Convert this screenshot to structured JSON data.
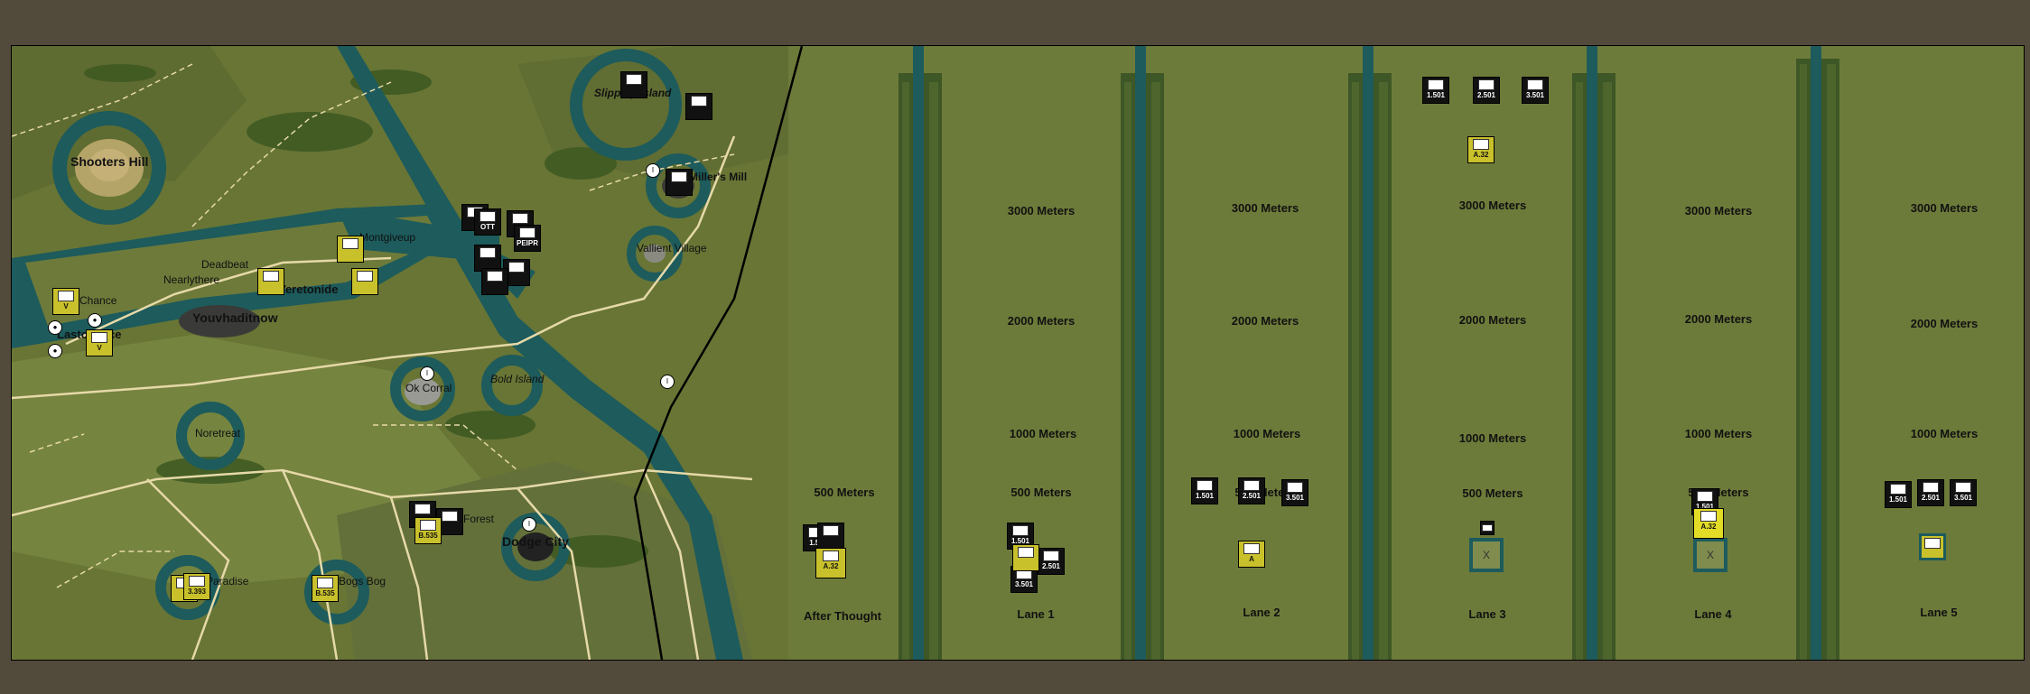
{
  "map": {
    "places": {
      "shooters_hill": "Shooters Hill",
      "slippery_island": "Slippery Island",
      "millers_mill": "Miller's Mill",
      "vallient_village": "Vallient Village",
      "montgiveup": "Montgiveup",
      "deadbeat": "Deadbeat",
      "nearlythere": "Nearlythere",
      "chance": "Chance",
      "veretonide": "Veretonide",
      "youvhaditnow": "Youvhaditnow",
      "lastchance": "Lastchance",
      "ok_corral": "Ok Corral",
      "bold_island": "Bold Island",
      "noretreat": "Noretreat",
      "forest": "Forest",
      "dodge_city": "Dodge City",
      "paradise": "Paradise",
      "bogs_bog": "Bogs Bog"
    }
  },
  "lanes": {
    "after_thought": {
      "name": "After Thought",
      "d500": "500 Meters"
    },
    "lane1": {
      "name": "Lane 1",
      "d500": "500 Meters",
      "d1000": "1000 Meters",
      "d2000": "2000 Meters",
      "d3000": "3000 Meters"
    },
    "lane2": {
      "name": "Lane 2",
      "d500": "500 Meters",
      "d1000": "1000 Meters",
      "d2000": "2000 Meters",
      "d3000": "3000 Meters"
    },
    "lane3": {
      "name": "Lane 3",
      "d500": "500 Meters",
      "d1000": "1000 Meters",
      "d2000": "2000 Meters",
      "d3000": "3000 Meters"
    },
    "lane4": {
      "name": "Lane 4",
      "d500": "500 Meters",
      "d1000": "1000 Meters",
      "d2000": "2000 Meters",
      "d3000": "3000 Meters"
    },
    "lane5": {
      "name": "Lane 5",
      "d1000": "1000 Meters",
      "d2000": "2000 Meters",
      "d3000": "3000 Meters"
    }
  },
  "counters": {
    "c1": "1.501",
    "c2": "2.501",
    "c3": "3.501",
    "c4": "A.32",
    "c5": "1.501",
    "c6": "2.501",
    "c7": "3.501",
    "c8": "1.501",
    "c9": "2.501",
    "c10": "3.501",
    "c11": "1.501",
    "c12": "2.501",
    "c13": "3.501",
    "c14": "1.501",
    "c15": "A.32",
    "c16": "A.32",
    "c17": "1.50",
    "c18": "B.535",
    "c19": "3.393",
    "c20": "B.535",
    "c21": "OTT",
    "c22": "PEIPR",
    "c23": "V",
    "c24": "V",
    "marker_x": "X"
  },
  "colors": {
    "terrain": "#6d7b3a",
    "water": "#1d5b5c",
    "frame": "#524b3c",
    "nato_counter": "#111111",
    "axis_counter": "#c9c12b"
  }
}
